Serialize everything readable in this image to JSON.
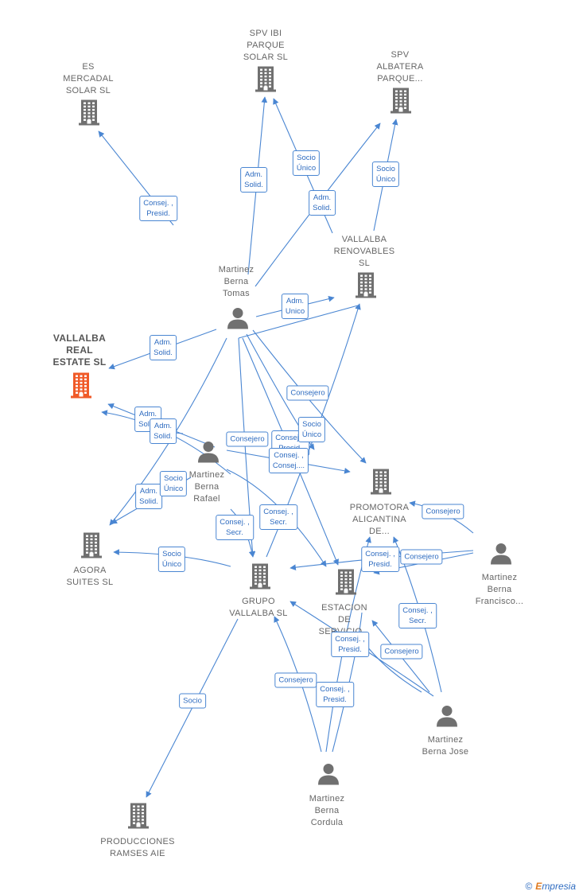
{
  "colors": {
    "edge": "#4a86d2",
    "building": "#707070",
    "focus": "#f05a28",
    "person": "#707070"
  },
  "nodes": [
    {
      "id": "es_mercadal",
      "type": "company",
      "lines": [
        "ES",
        "MERCADAL",
        "SOLAR  SL"
      ]
    },
    {
      "id": "spv_ibi",
      "type": "company",
      "lines": [
        "SPV IBI",
        "PARQUE",
        "SOLAR  SL"
      ]
    },
    {
      "id": "spv_albatera",
      "type": "company",
      "lines": [
        "SPV",
        "ALBATERA",
        "PARQUE..."
      ]
    },
    {
      "id": "vallalba_renovables",
      "type": "company",
      "lines": [
        "VALLALBA",
        "RENOVABLES",
        "SL"
      ]
    },
    {
      "id": "vallalba_real",
      "type": "company",
      "focus": true,
      "lines": [
        "VALLALBA",
        "REAL",
        "ESTATE  SL"
      ]
    },
    {
      "id": "tomas",
      "type": "person",
      "lines": [
        "Martinez",
        "Berna",
        "Tomas"
      ]
    },
    {
      "id": "rafael",
      "type": "person",
      "lines": [
        "Martinez",
        "Berna",
        "Rafael"
      ]
    },
    {
      "id": "promotora",
      "type": "company",
      "lines": [
        "PROMOTORA",
        "ALICANTINA",
        "DE..."
      ]
    },
    {
      "id": "francisco",
      "type": "person",
      "lines": [
        "Martinez",
        "Berna",
        "Francisco..."
      ]
    },
    {
      "id": "agora",
      "type": "company",
      "lines": [
        "AGORA",
        "SUITES  SL"
      ]
    },
    {
      "id": "grupo",
      "type": "company",
      "lines": [
        "GRUPO",
        "VALLALBA SL"
      ]
    },
    {
      "id": "estacion",
      "type": "company",
      "lines": [
        "ESTACION",
        "DE",
        "SERVICIO..."
      ]
    },
    {
      "id": "jose",
      "type": "person",
      "lines": [
        "Martinez",
        "Berna Jose"
      ]
    },
    {
      "id": "cordula",
      "type": "person",
      "lines": [
        "Martinez",
        "Berna",
        "Cordula"
      ]
    },
    {
      "id": "producciones",
      "type": "company",
      "lines": [
        "PRODUCCIONES",
        "RAMSES AIE"
      ]
    }
  ],
  "edge_labels": [
    {
      "id": "l1",
      "lines": [
        "Consej. ,",
        "Presid."
      ]
    },
    {
      "id": "l2",
      "lines": [
        "Adm.",
        "Solid."
      ]
    },
    {
      "id": "l3",
      "lines": [
        "Socio",
        "Único"
      ]
    },
    {
      "id": "l4",
      "lines": [
        "Adm.",
        "Solid."
      ]
    },
    {
      "id": "l5",
      "lines": [
        "Socio",
        "Único"
      ]
    },
    {
      "id": "l6",
      "lines": [
        "Adm.",
        "Unico"
      ]
    },
    {
      "id": "l7",
      "lines": [
        "Adm.",
        "Solid."
      ]
    },
    {
      "id": "l8",
      "lines": [
        "Consejero"
      ]
    },
    {
      "id": "l9",
      "lines": [
        "Adm.",
        "Solid."
      ]
    },
    {
      "id": "l10",
      "lines": [
        "Adm.",
        "Solid."
      ]
    },
    {
      "id": "l11",
      "lines": [
        "Consejero"
      ]
    },
    {
      "id": "l12",
      "lines": [
        "Consej. ,",
        "Presid."
      ]
    },
    {
      "id": "l13",
      "lines": [
        "Socio",
        "Único"
      ]
    },
    {
      "id": "l14",
      "lines": [
        "Consej. ,",
        "Consej...."
      ]
    },
    {
      "id": "l15",
      "lines": [
        "Adm.",
        "Solid."
      ]
    },
    {
      "id": "l16",
      "lines": [
        "Socio",
        "Único"
      ]
    },
    {
      "id": "l17",
      "lines": [
        "Consej. ,",
        "Secr."
      ]
    },
    {
      "id": "l18",
      "lines": [
        "Consej. ,",
        "Secr."
      ]
    },
    {
      "id": "l19",
      "lines": [
        "Consejero"
      ]
    },
    {
      "id": "l20",
      "lines": [
        "Socio",
        "Único"
      ]
    },
    {
      "id": "l21",
      "lines": [
        "Consej. ,",
        "Presid."
      ]
    },
    {
      "id": "l22",
      "lines": [
        "Consejero"
      ]
    },
    {
      "id": "l23",
      "lines": [
        "Consej. ,",
        "Secr."
      ]
    },
    {
      "id": "l24",
      "lines": [
        "Consej. ,",
        "Presid."
      ]
    },
    {
      "id": "l25",
      "lines": [
        "Consejero"
      ]
    },
    {
      "id": "l26",
      "lines": [
        "Consejero"
      ]
    },
    {
      "id": "l27",
      "lines": [
        "Consej. ,",
        "Presid."
      ]
    },
    {
      "id": "l28",
      "lines": [
        "Socio"
      ]
    }
  ],
  "brand": {
    "symbol": "©",
    "initial": "E",
    "rest": "mpresia"
  }
}
